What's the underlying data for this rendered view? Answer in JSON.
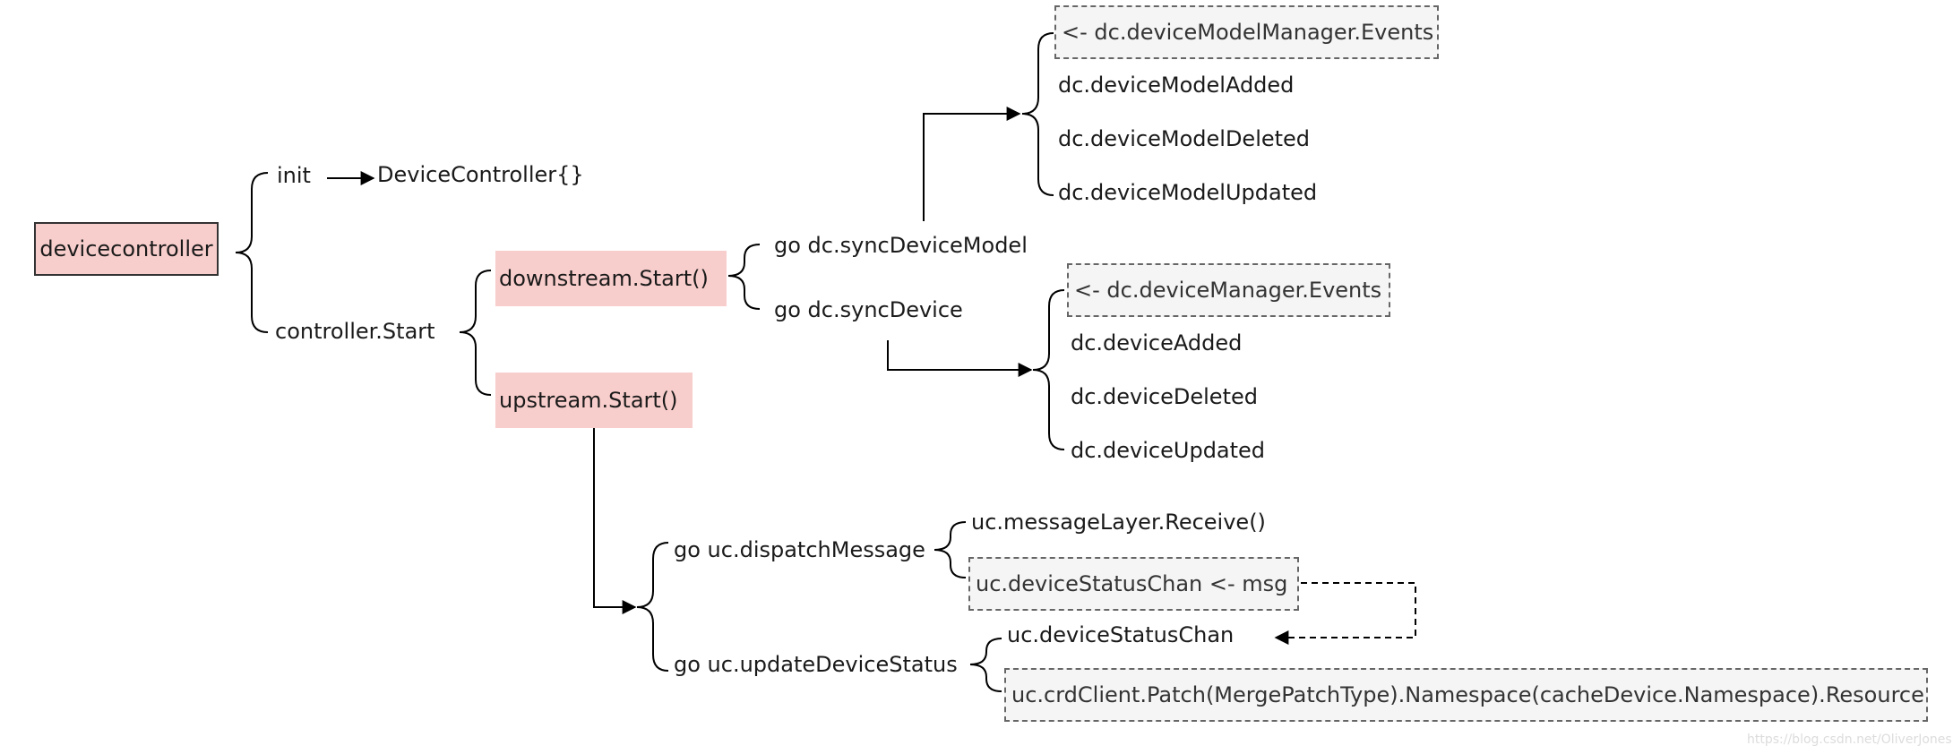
{
  "root": "devicecontroller",
  "init": {
    "label": "init",
    "target": "DeviceController{}"
  },
  "controller_start": "controller.Start",
  "downstream": {
    "label": "downstream.Start()",
    "sync_device_model": {
      "label": "go dc.syncDeviceModel",
      "channel": "<- dc.deviceModelManager.Events",
      "events": [
        "dc.deviceModelAdded",
        "dc.deviceModelDeleted",
        "dc.deviceModelUpdated"
      ]
    },
    "sync_device": {
      "label": "go dc.syncDevice",
      "channel": "<- dc.deviceManager.Events",
      "events": [
        "dc.deviceAdded",
        "dc.deviceDeleted",
        "dc.deviceUpdated"
      ]
    }
  },
  "upstream": {
    "label": "upstream.Start()",
    "dispatch": {
      "label": "go uc.dispatchMessage",
      "receive": "uc.messageLayer.Receive()",
      "send": "uc.deviceStatusChan <- msg"
    },
    "update_status": {
      "label": "go uc.updateDeviceStatus",
      "chan": "uc.deviceStatusChan",
      "patch": "uc.crdClient.Patch(MergePatchType).Namespace(cacheDevice.Namespace).Resource"
    }
  },
  "watermark": "https://blog.csdn.net/OliverJones",
  "colors": {
    "highlight": "#f8cecc",
    "note_fill": "#f5f5f5",
    "note_border": "#666666",
    "line": "#000000"
  }
}
